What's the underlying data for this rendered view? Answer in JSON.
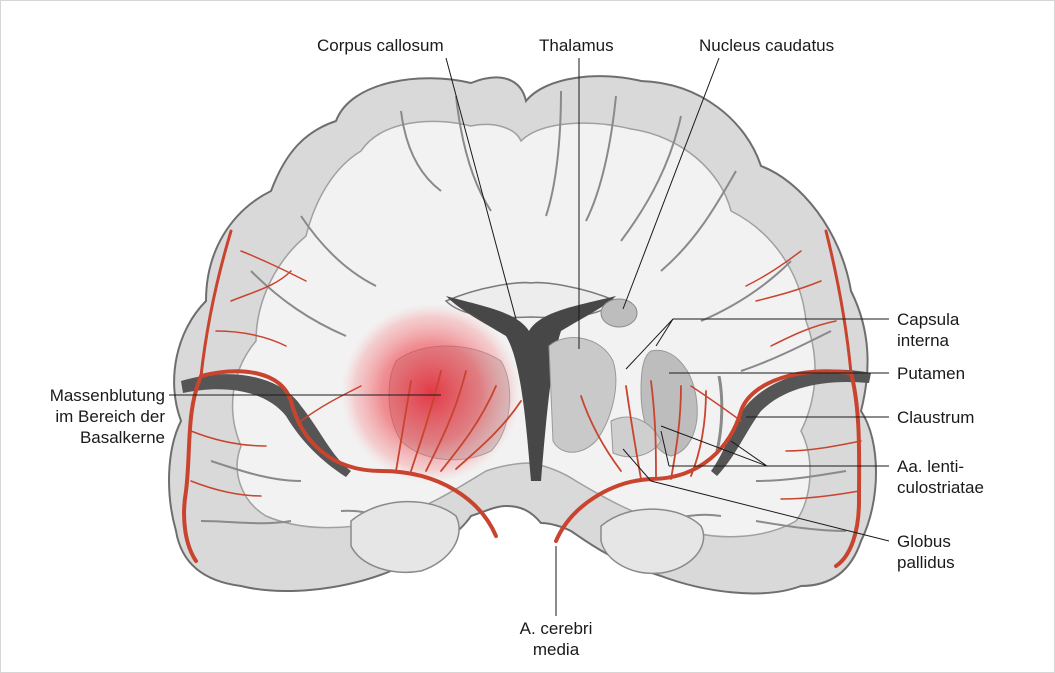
{
  "labels": {
    "corpus_callosum": "Corpus callosum",
    "thalamus": "Thalamus",
    "nucleus_caudatus": "Nucleus caudatus",
    "capsula_interna": [
      "Capsula",
      "interna"
    ],
    "putamen": "Putamen",
    "claustrum": "Claustrum",
    "aa_lenticulostriatae": [
      "Aa. lenti-",
      "culostriatae"
    ],
    "globus_pallidus": [
      "Globus",
      "pallidus"
    ],
    "a_cerebri_media": [
      "A. cerebri",
      "media"
    ],
    "massenblutung": [
      "Massenblutung",
      "im Bereich der",
      "Basalkerne"
    ]
  },
  "colors": {
    "cortex_fill": "#d9d9d9",
    "white_matter": "#f2f2f2",
    "outline": "#6e6e6e",
    "ventricle": "#474747",
    "deep_nuclei": "#bdbdbd",
    "artery": "#c9442f",
    "hemorrhage": "#e8202f",
    "leader_line": "#1a1a1a"
  }
}
